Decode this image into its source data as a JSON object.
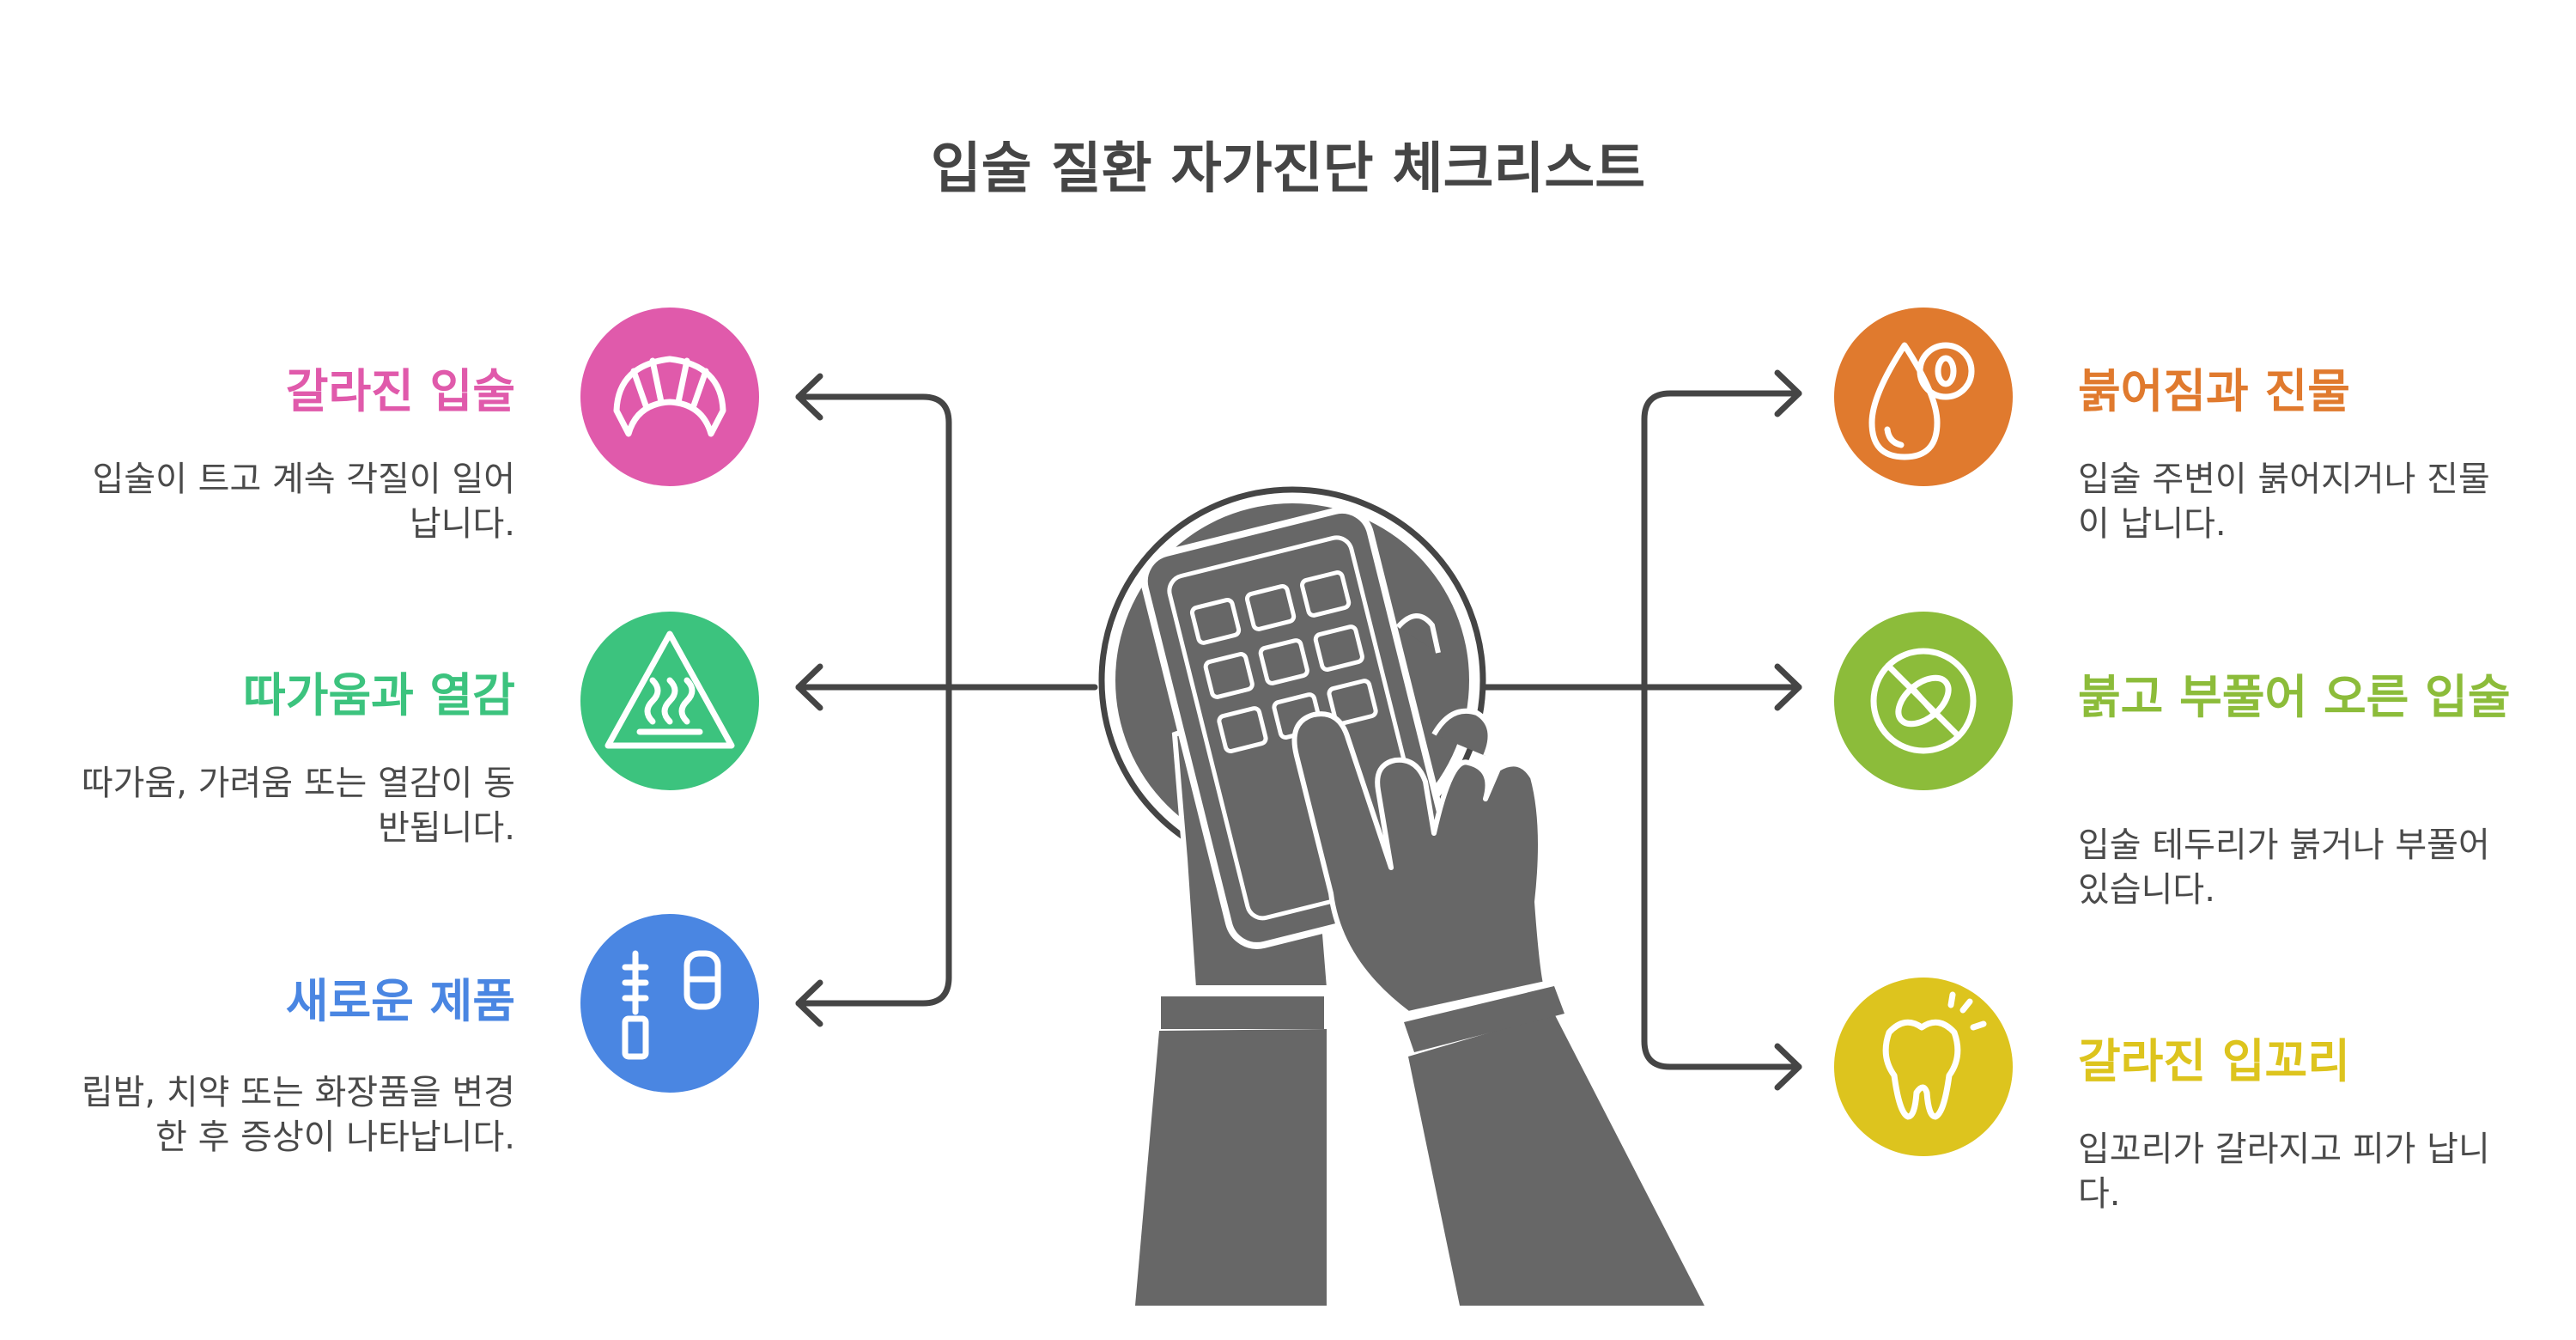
{
  "title": "입술 질환 자가진단 체크리스트",
  "colors": {
    "cracked_lips": "#e05aab",
    "burning": "#3cc37e",
    "new_product": "#4a86e2",
    "swelling": "#e07a2e",
    "red_swollen": "#8cbc3a",
    "corner": "#ddc41e",
    "lines": "#454545",
    "hands": "#676767"
  },
  "items_left": [
    {
      "title": "갈라진 입술",
      "desc": "입술이 트고 계속 각질이 일어납니다.",
      "icon": "croissant-icon"
    },
    {
      "title": "따가움과 열감",
      "desc": "따가움, 가려움 또는 열감이 동반됩니다.",
      "icon": "hot-surface-warning-icon"
    },
    {
      "title": "새로운 제품",
      "desc": "립밤, 치약 또는 화장품을 변경한 후 증상이 나타납니다.",
      "icon": "mascara-lipstick-icon"
    }
  ],
  "items_right": [
    {
      "title": "붉어짐과 진물",
      "desc": "입술 주변이 붉어지거나 진물이 납니다.",
      "icon": "drop-icon"
    },
    {
      "title": "붉고 부풀어 오른 입술",
      "desc": "입술 테두리가 붉거나 부풀어 있습니다.",
      "icon": "no-pill-icon"
    },
    {
      "title": "갈라진 입꼬리",
      "desc": "입꼬리가 갈라지고 피가 납니다.",
      "icon": "tooth-pain-icon"
    }
  ]
}
